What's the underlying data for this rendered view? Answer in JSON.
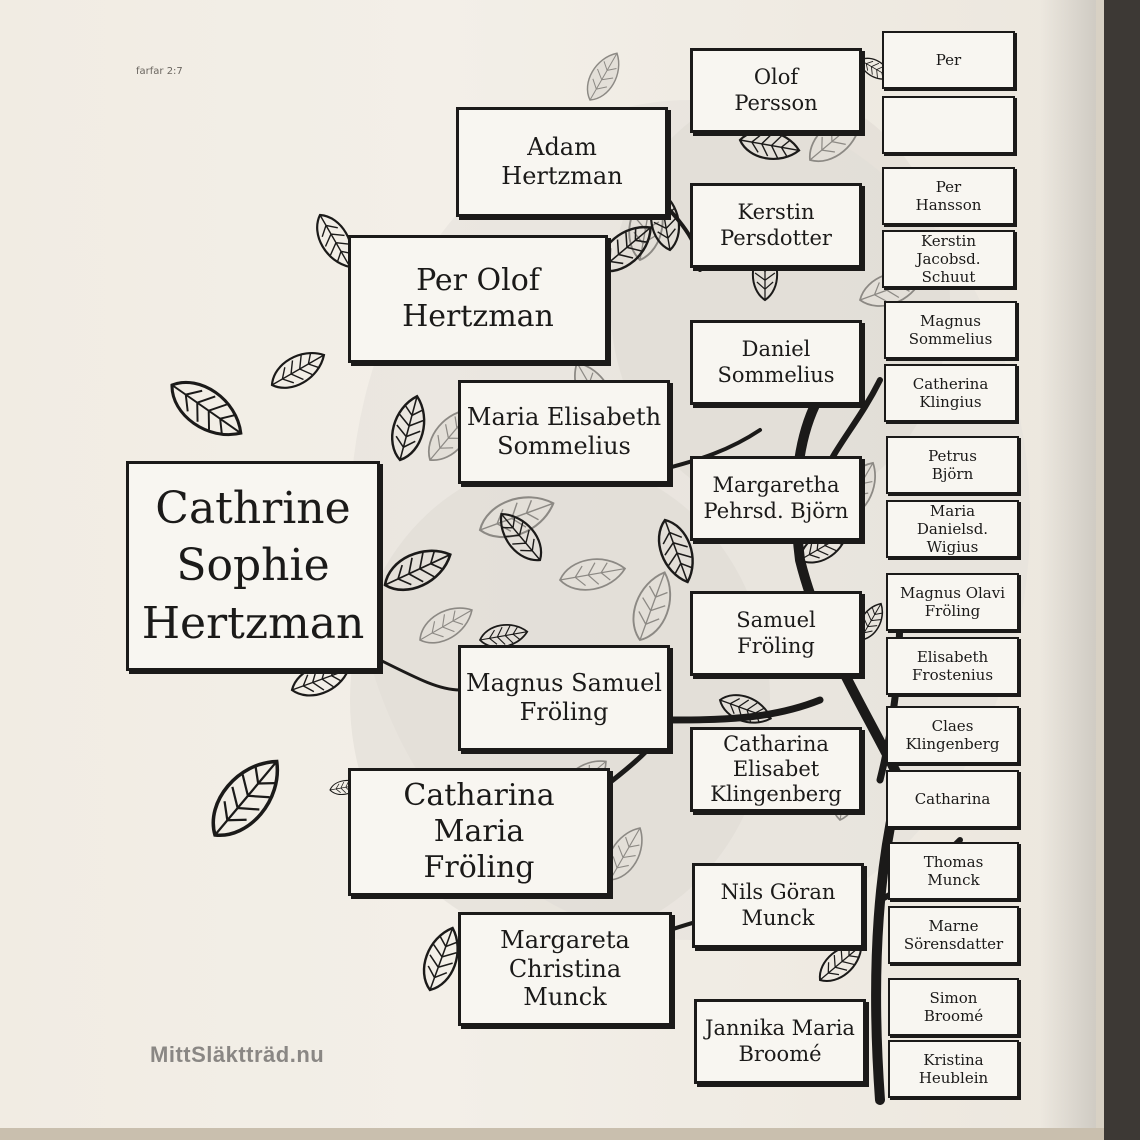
{
  "page": {
    "label": "farfar 2:7",
    "logo": "MittSläktträd.nu"
  },
  "tree": {
    "root": "Cathrine\nSophie\nHertzman",
    "parents": [
      "Per Olof\nHertzman",
      "Catharina Maria\nFröling"
    ],
    "grandparents": [
      "Adam\nHertzman",
      "Maria Elisabeth\nSommelius",
      "Magnus Samuel\nFröling",
      "Margareta\nChristina\nMunck"
    ],
    "great_grandparents": [
      "Olof\nPersson",
      "Kerstin\nPersdotter",
      "Daniel\nSommelius",
      "Margaretha\nPehrsd. Björn",
      "Samuel\nFröling",
      "Catharina Elisabet\nKlingenberg",
      "Nils Göran\nMunck",
      "Jannika Maria\nBroomé"
    ],
    "great_great_grandparents": [
      "Per",
      "",
      "Per\nHansson",
      "Kerstin\nJacobsd. Schuut",
      "Magnus\nSommelius",
      "Catherina\nKlingius",
      "Petrus\nBjörn",
      "Maria\nDanielsd. Wigius",
      "Magnus Olavi\nFröling",
      "Elisabeth\nFrostenius",
      "Claes\nKlingenberg",
      "Catharina",
      "Thomas\nMunck",
      "Marne\nSörensdatter",
      "Simon\nBroomé",
      "Kristina\nHeublein"
    ]
  },
  "colors": {
    "ink": "#1b1a19",
    "paper": "#f3efe8",
    "leaf_fill": "#dedad3"
  }
}
